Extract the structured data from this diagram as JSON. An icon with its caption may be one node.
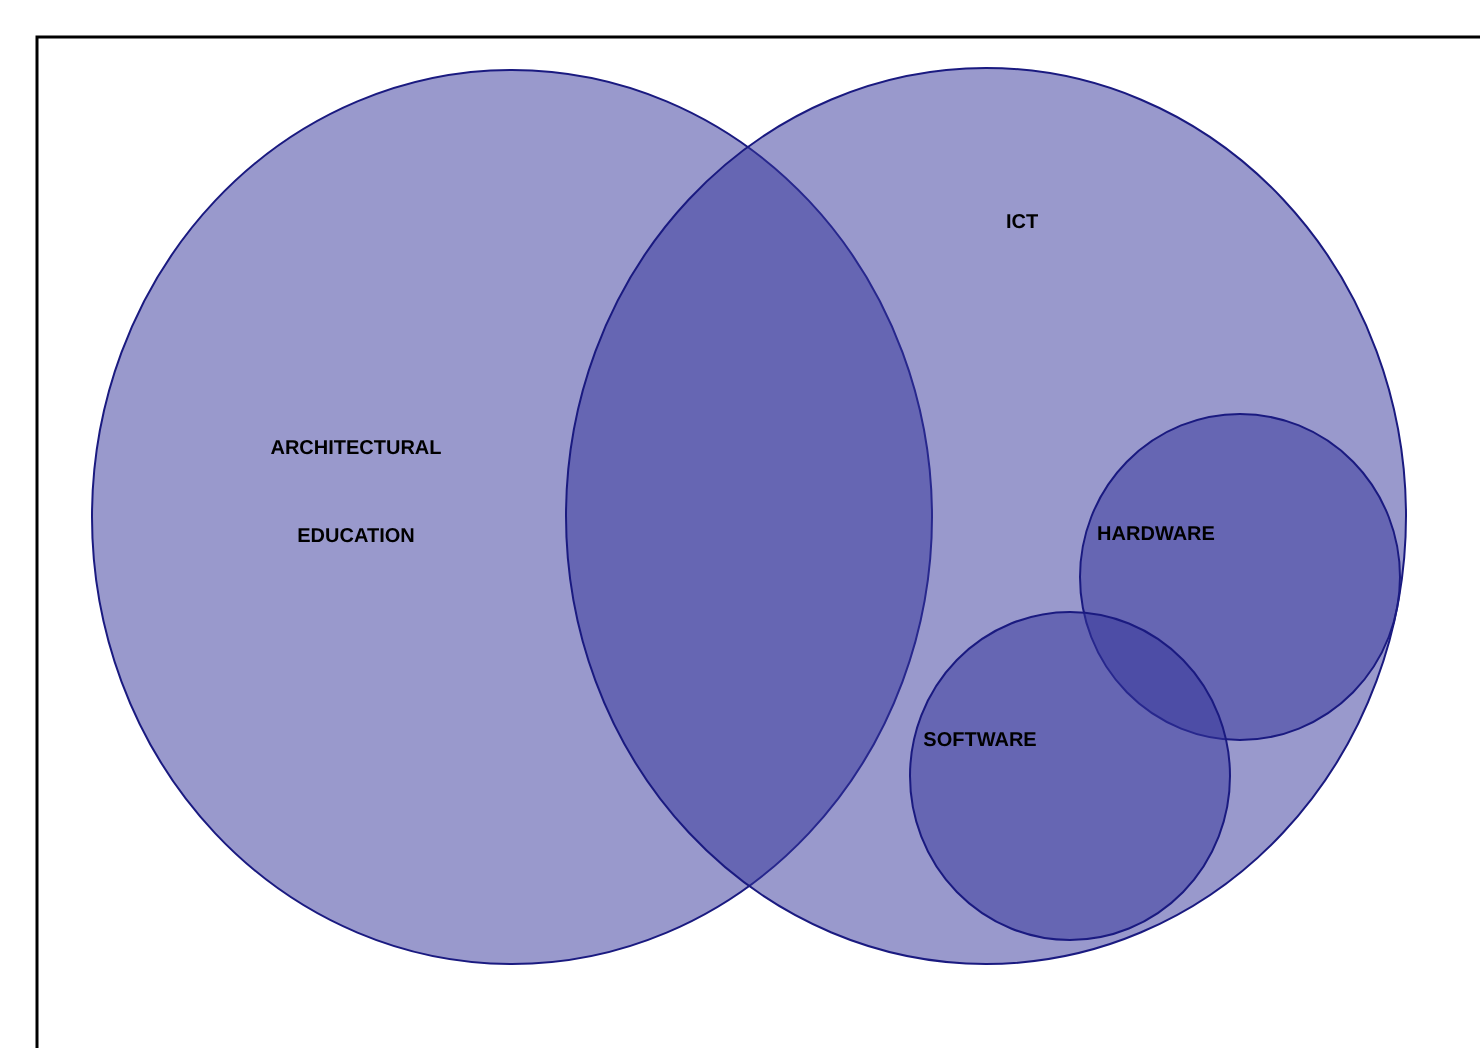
{
  "diagram": {
    "nodes": [
      {
        "text": [
          "ARCHITECTURAL EDUCATION"
        ]
      },
      {
        "text": [
          "ICT"
        ]
      },
      {
        "text": [
          "HARDWARE"
        ],
        "in": 1
      },
      {
        "text": [
          "SOFTWARE"
        ],
        "in": 1
      }
    ]
  }
}
